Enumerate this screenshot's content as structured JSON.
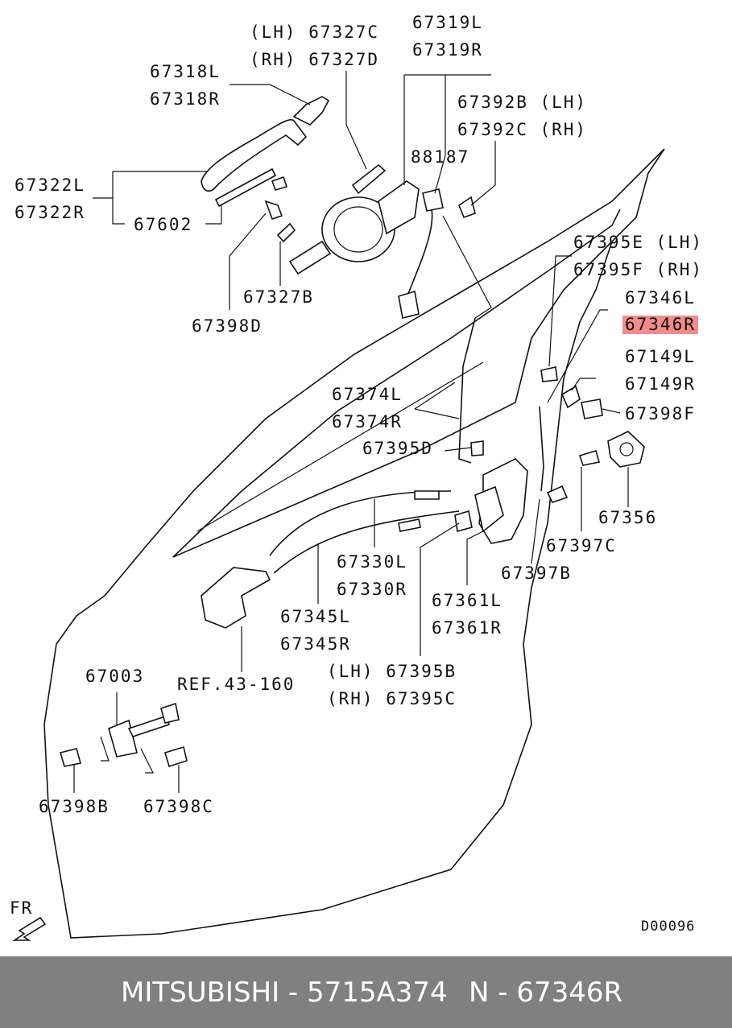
{
  "callouts": {
    "p67327c": "(LH) 67327C",
    "p67327d": "(RH) 67327D",
    "p67319l": "67319L",
    "p67319r": "67319R",
    "p67318l": "67318L",
    "p67318r": "67318R",
    "p67392b": "67392B (LH)",
    "p67392c": "67392C (RH)",
    "p88187": "88187",
    "p67322l": "67322L",
    "p67322r": "67322R",
    "p67602": "67602",
    "p67395e": "67395E (LH)",
    "p67395f": "67395F (RH)",
    "p67327b": "67327B",
    "p67346l": "67346L",
    "p67346r": "67346R",
    "p67398d": "67398D",
    "p67149l": "67149L",
    "p67149r": "67149R",
    "p67374l": "67374L",
    "p67374r": "67374R",
    "p67398f": "67398F",
    "p67395d": "67395D",
    "p67356": "67356",
    "p67397c": "67397C",
    "p67330l": "67330L",
    "p67330r": "67330R",
    "p67397b": "67397B",
    "p67361l": "67361L",
    "p67361r": "67361R",
    "p67345l": "67345L",
    "p67345r": "67345R",
    "p67003": "67003",
    "ref43160": "REF.43-160",
    "p67395b": "(LH) 67395B",
    "p67395c": "(RH) 67395C",
    "p67398b": "67398B",
    "p67398c": "67398C",
    "fr": "FR",
    "diagram_code": "D00096"
  },
  "highlight_color": "#f28b8b",
  "footer": {
    "brand_part": "MITSUBISHI - 5715A374",
    "ref": "N - 67346R",
    "background": "#808080"
  }
}
